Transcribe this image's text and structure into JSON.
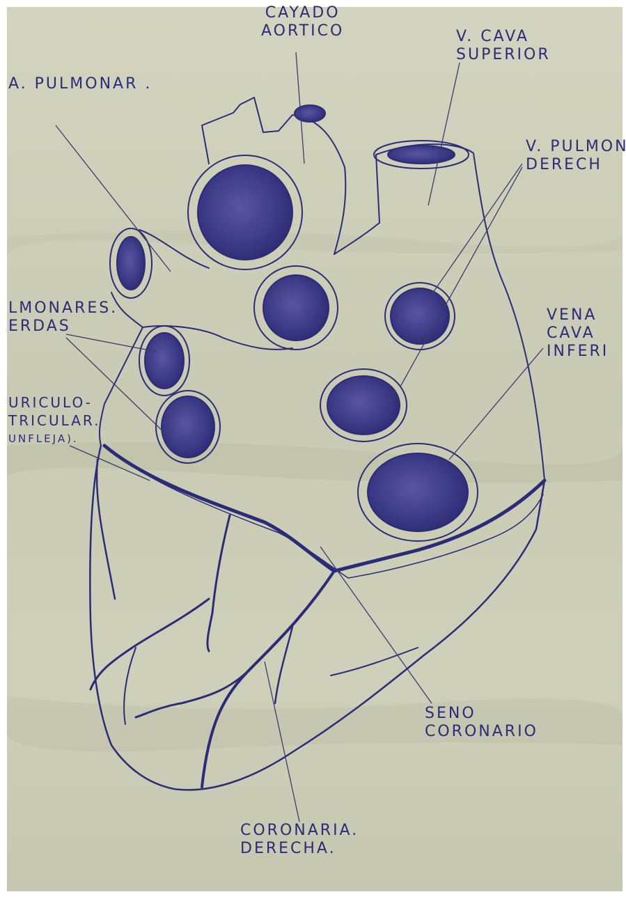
{
  "colors": {
    "paper": "#cfd0b9",
    "paper_shade": "#b9bba3",
    "ink": "#2a2c78",
    "ink_fill": "#3b3a85",
    "ink_highlight": "#7a73b4"
  },
  "labels": {
    "cayado": [
      "CAYADO",
      "AORTICO"
    ],
    "vcava_sup": [
      "V. CAVA",
      "SUPERIOR"
    ],
    "a_pulmonar": [
      "A. PULMONAR ."
    ],
    "v_pulmonar_der": [
      "V. PULMONA",
      "DERECH"
    ],
    "pulmonares_izq": [
      "LMONARES.",
      "ERDAS"
    ],
    "vena_cava_inf": [
      "VENA",
      "CAVA",
      "INFERI"
    ],
    "auriculo": [
      "URICULO-",
      "TRICULAR.",
      "UNFLEJA)."
    ],
    "seno": [
      "SENO",
      "CORONARIO"
    ],
    "coronaria": [
      "CORONARIA.",
      "DERECHA."
    ]
  }
}
